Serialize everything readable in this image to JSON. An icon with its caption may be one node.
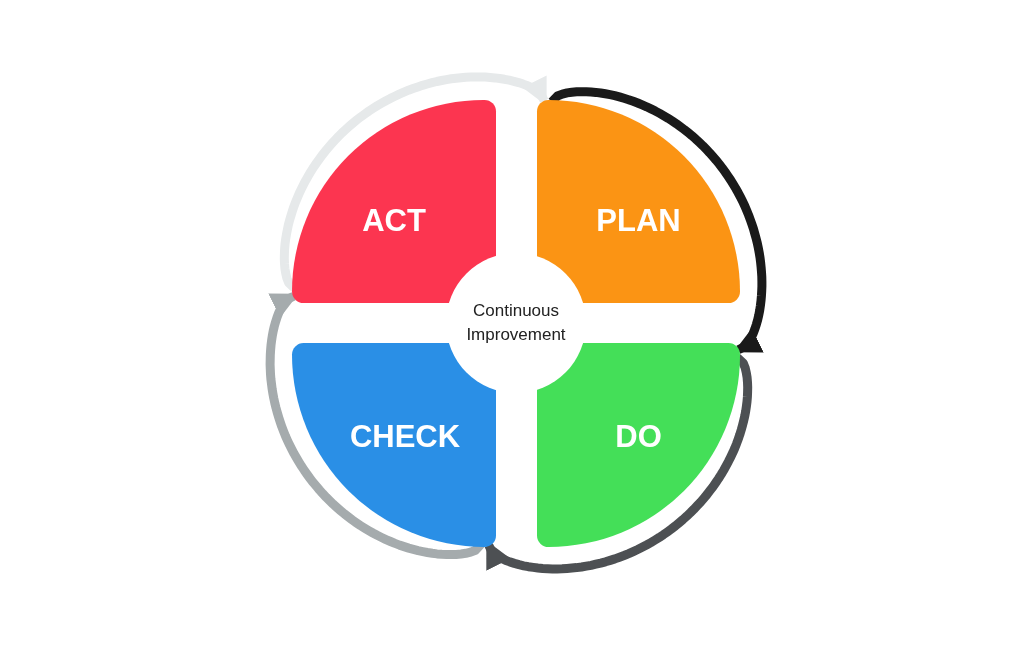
{
  "diagram": {
    "nodes": [
      {
        "text": [
          "PLAN"
        ]
      },
      {
        "text": [
          "DO"
        ]
      },
      {
        "text": [
          "CHECK"
        ]
      },
      {
        "text": [
          "ACT"
        ]
      },
      {
        "text": [
          "Continuous Improvement"
        ]
      }
    ],
    "edges": [
      {
        "from": 0,
        "to": 1,
        "arrow": "to",
        "color": "#1a1a1a"
      },
      {
        "from": 1,
        "to": 2,
        "arrow": "to",
        "color": "#4d5053"
      },
      {
        "from": 2,
        "to": 3,
        "arrow": "to",
        "color": "#a5abad"
      },
      {
        "from": 3,
        "to": 0,
        "arrow": "to",
        "color": "#e6e9ea"
      }
    ]
  }
}
